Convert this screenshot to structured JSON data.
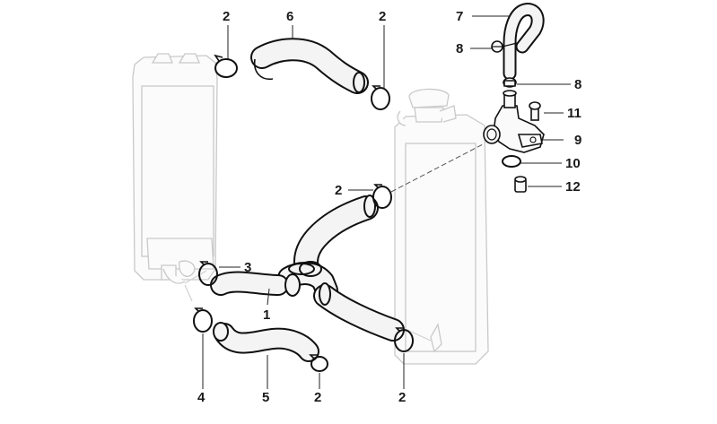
{
  "callouts": {
    "c1": "1",
    "c2a": "2",
    "c2b": "2",
    "c2c": "2",
    "c2d": "2",
    "c2e": "2",
    "c3": "3",
    "c4": "4",
    "c5": "5",
    "c6": "6",
    "c7": "7",
    "c8a": "8",
    "c8b": "8",
    "c9": "9",
    "c10": "10",
    "c11": "11",
    "c12": "12"
  },
  "colors": {
    "outline": "#111111",
    "ghost": "#c9c9c9",
    "background": "#ffffff"
  }
}
